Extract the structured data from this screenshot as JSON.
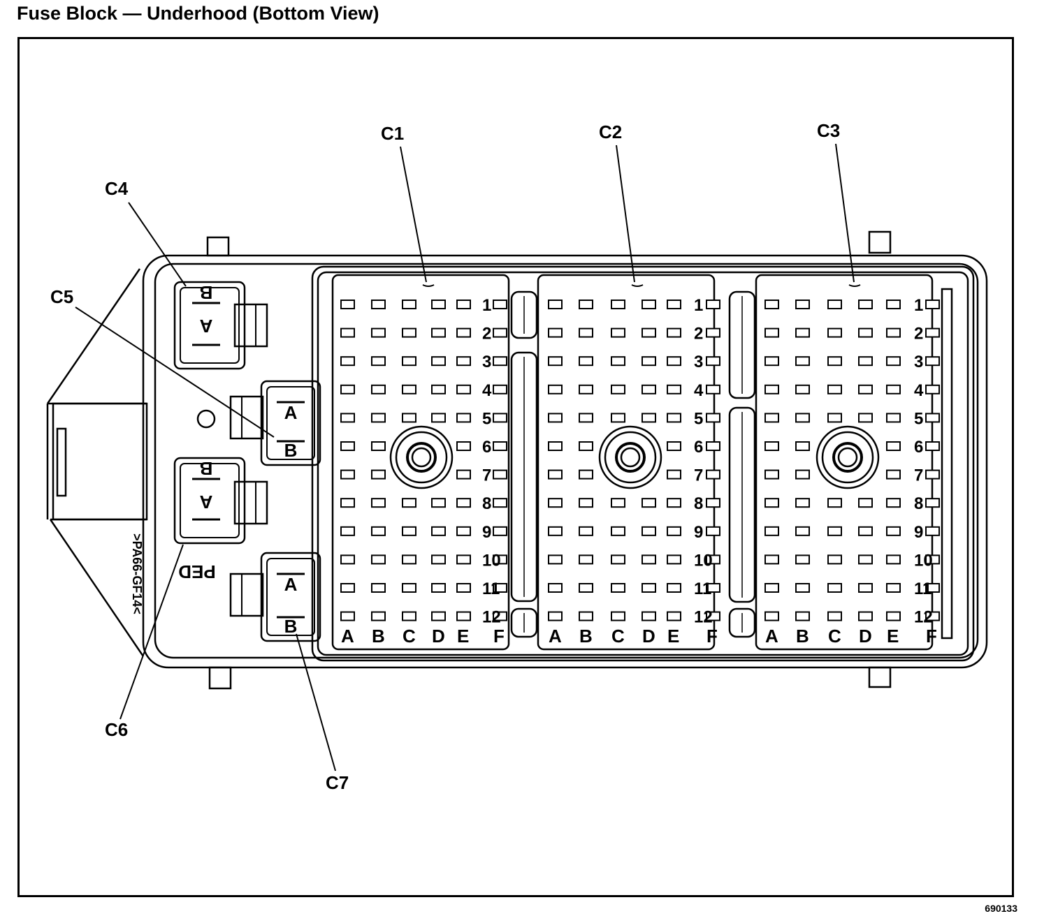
{
  "title": "Fuse Block — Underhood (Bottom View)",
  "figure_id": "690133",
  "part_marking": {
    "line1": ">PA66-GF14<",
    "line2": "PED"
  },
  "callouts": {
    "c1": "C1",
    "c2": "C2",
    "c3": "C3",
    "c4": "C4",
    "c5": "C5",
    "c6": "C6",
    "c7": "C7"
  },
  "two_way_connectors": {
    "c4": {
      "top_pin": "B",
      "bottom_pin": "A"
    },
    "c5": {
      "top_pin": "A",
      "bottom_pin": "B"
    },
    "c6": {
      "top_pin": "B",
      "bottom_pin": "A"
    },
    "c7": {
      "top_pin": "A",
      "bottom_pin": "B"
    }
  },
  "large_connectors": {
    "columns": [
      "A",
      "B",
      "C",
      "D",
      "E",
      "F"
    ],
    "rows": [
      "1",
      "2",
      "3",
      "4",
      "5",
      "6",
      "7",
      "8",
      "9",
      "10",
      "11",
      "12"
    ]
  }
}
